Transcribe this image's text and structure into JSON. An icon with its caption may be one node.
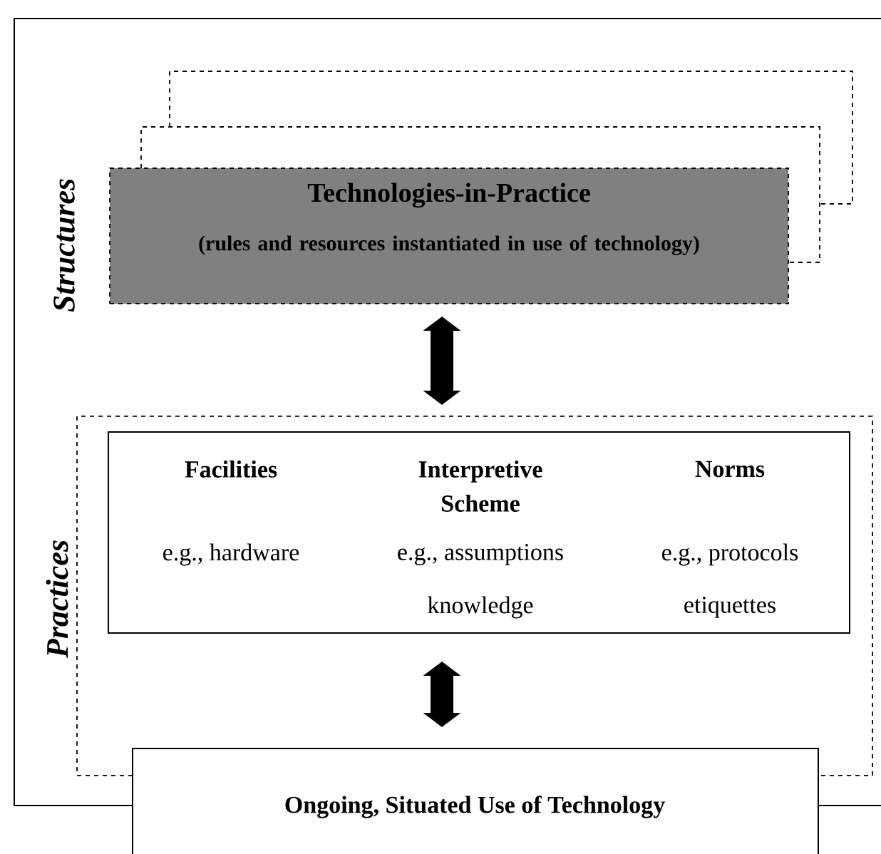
{
  "diagram": {
    "nodes": [
      {
        "text": [
          "Structures"
        ]
      },
      {
        "text": [
          "Technologies-in-Practice",
          "(rules and resources instantiated in use of technology)"
        ],
        "in": 0
      },
      {
        "text": [
          "Practices"
        ],
        "in": 0
      },
      {
        "text": [
          "Facilities",
          "e.g., hardware",
          "Interpretive Scheme",
          "e.g., assumptions",
          "knowledge",
          "Norms",
          "e.g., protocols",
          "etiquettes"
        ],
        "in": 2
      },
      {
        "text": [
          "Ongoing, Situated Use of Technology"
        ]
      }
    ],
    "edges": [
      {
        "from": 1,
        "to": 3,
        "arrow": "both"
      },
      {
        "from": 3,
        "to": 4,
        "arrow": "both"
      }
    ]
  }
}
